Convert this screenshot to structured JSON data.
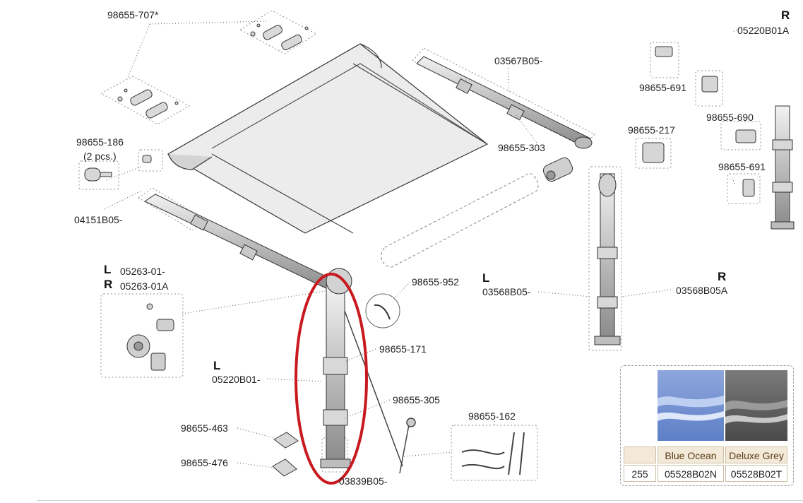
{
  "parts": [
    {
      "id": "p707",
      "label": "98655-707*"
    },
    {
      "id": "p186",
      "label": "98655-186"
    },
    {
      "id": "p186q",
      "label": "(2 pcs.)"
    },
    {
      "id": "p04151",
      "label": "04151B05-"
    },
    {
      "id": "p05263",
      "label": "05263-01-"
    },
    {
      "id": "p05263a",
      "label": "05263-01A"
    },
    {
      "id": "p03567",
      "label": "03567B05-"
    },
    {
      "id": "p303",
      "label": "98655-303"
    },
    {
      "id": "p691a",
      "label": "98655-691"
    },
    {
      "id": "p690",
      "label": "98655-690"
    },
    {
      "id": "p691b",
      "label": "98655-691"
    },
    {
      "id": "p217",
      "label": "98655-217"
    },
    {
      "id": "p05220a",
      "label": "05220B01A"
    },
    {
      "id": "p952",
      "label": "98655-952"
    },
    {
      "id": "p03568",
      "label": "03568B05-"
    },
    {
      "id": "p03568a",
      "label": "03568B05A"
    },
    {
      "id": "p171",
      "label": "98655-171"
    },
    {
      "id": "p05220",
      "label": "05220B01-"
    },
    {
      "id": "p305",
      "label": "98655-305"
    },
    {
      "id": "p162",
      "label": "98655-162"
    },
    {
      "id": "p463",
      "label": "98655-463"
    },
    {
      "id": "p476",
      "label": "98655-476"
    },
    {
      "id": "p03839",
      "label": "03839B05-"
    }
  ],
  "side_markers": {
    "l1": "L",
    "r1": "R",
    "l2": "L",
    "r2": "R",
    "l3": "L",
    "r3": "R"
  },
  "fabric_table": {
    "code": "255",
    "options": [
      {
        "name": "Blue Ocean",
        "part": "05528B02N"
      },
      {
        "name": "Deluxe Grey",
        "part": "05528B02T"
      }
    ]
  },
  "colors": {
    "highlight": "#c8191e",
    "blue_ocean": "#6f8fd0",
    "deluxe_grey": "#5c5c5c",
    "table_header": "#f2e9d8"
  }
}
